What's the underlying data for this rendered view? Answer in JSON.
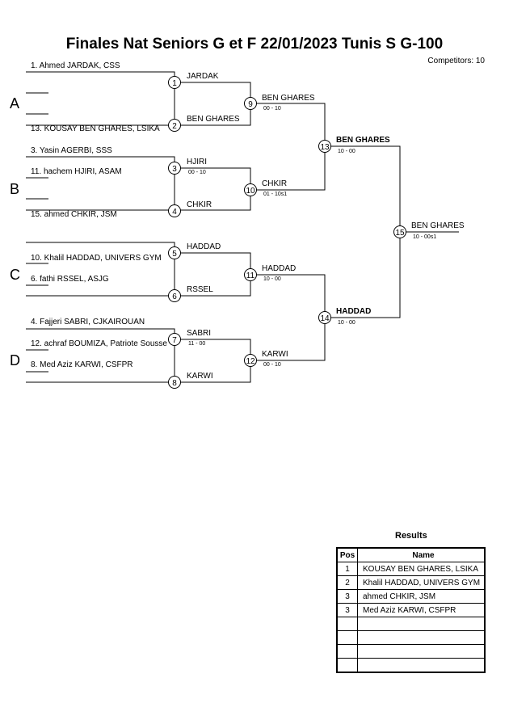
{
  "header": {
    "title": "Finales Nat Seniors G et F  22/01/2023  Tunis   S G-100",
    "competitors": "Competitors: 10"
  },
  "pools": [
    "A",
    "B",
    "C",
    "D"
  ],
  "entries": [
    "1. Ahmed JARDAK, CSS",
    "13. KOUSAY BEN GHARES, LSIKA",
    "3. Yasin AGERBI, SSS",
    "11. hachem HJIRI, ASAM",
    "15. ahmed CHKIR, JSM",
    "10. Khalil HADDAD, UNIVERS GYM",
    "6. fathi RSSEL, ASJG",
    "4. Fajjeri SABRI, CJKAIROUAN",
    "12. achraf BOUMIZA, Patriote Sousse",
    "8. Med Aziz KARWI, CSFPR"
  ],
  "matches": [
    {
      "num": "1",
      "winner": "JARDAK",
      "score": ""
    },
    {
      "num": "2",
      "winner": "BEN GHARES",
      "score": ""
    },
    {
      "num": "3",
      "winner": "HJIRI",
      "score": "00 - 10"
    },
    {
      "num": "4",
      "winner": "CHKIR",
      "score": ""
    },
    {
      "num": "5",
      "winner": "HADDAD",
      "score": ""
    },
    {
      "num": "6",
      "winner": "RSSEL",
      "score": ""
    },
    {
      "num": "7",
      "winner": "SABRI",
      "score": "11 - 00"
    },
    {
      "num": "8",
      "winner": "KARWI",
      "score": ""
    },
    {
      "num": "9",
      "winner": "BEN GHARES",
      "score": "00 - 10"
    },
    {
      "num": "10",
      "winner": "CHKIR",
      "score": "01 - 10s1"
    },
    {
      "num": "11",
      "winner": "HADDAD",
      "score": "10 - 00"
    },
    {
      "num": "12",
      "winner": "KARWI",
      "score": "00 - 10"
    },
    {
      "num": "13",
      "winner": "BEN GHARES",
      "score": "10 - 00"
    },
    {
      "num": "14",
      "winner": "HADDAD",
      "score": "10 - 00"
    },
    {
      "num": "15",
      "winner": "BEN GHARES",
      "score": "10 - 00s1"
    }
  ],
  "results": {
    "title": "Results",
    "col_pos": "Pos",
    "col_name": "Name",
    "rows": [
      {
        "pos": "1",
        "name": "KOUSAY BEN GHARES, LSIKA"
      },
      {
        "pos": "2",
        "name": "Khalil HADDAD, UNIVERS GYM"
      },
      {
        "pos": "3",
        "name": "ahmed CHKIR, JSM"
      },
      {
        "pos": "3",
        "name": "Med Aziz KARWI, CSFPR"
      },
      {
        "pos": "",
        "name": ""
      },
      {
        "pos": "",
        "name": ""
      },
      {
        "pos": "",
        "name": ""
      },
      {
        "pos": "",
        "name": ""
      }
    ]
  }
}
